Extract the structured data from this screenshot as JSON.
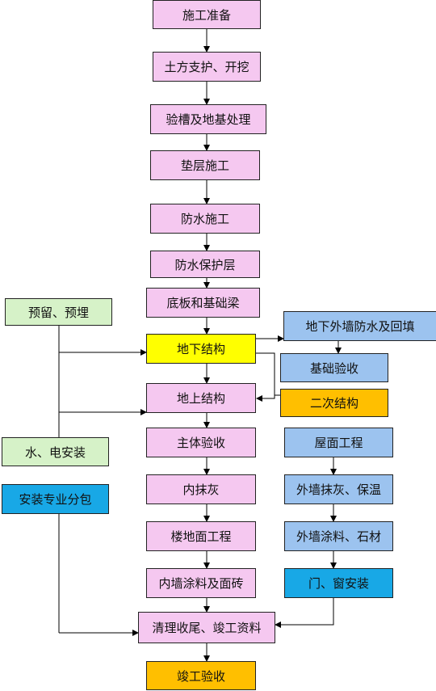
{
  "nodes": {
    "prep": "施工准备",
    "earthwork": "土方支护、开挖",
    "trench": "验槽及地基处理",
    "cushion": "垫层施工",
    "waterproof": "防水施工",
    "wp_protect": "防水保护层",
    "slab": "底板和基础梁",
    "reserve": "预留、预埋",
    "underground": "地下结构",
    "ext_wall": "地下外墙防水及回填",
    "foundation_acc": "基础验收",
    "aboveground": "地上结构",
    "secondary": "二次结构",
    "water_elec": "水、电安装",
    "main_acc": "主体验收",
    "roof": "屋面工程",
    "install_sub": "安装专业分包",
    "plaster": "内抹灰",
    "ext_plaster": "外墙抹灰、保温",
    "floor": "楼地面工程",
    "ext_paint": "外墙涂料、石材",
    "int_paint": "内墙涂料及面砖",
    "doors": "门、窗安装",
    "cleanup": "清理收尾、竣工资料",
    "completion": "竣工验收"
  },
  "colors": {
    "pink": "#f5c8f0",
    "green": "#d6f2c8",
    "yellow": "#ffff00",
    "blue": "#9cc3ef",
    "orange": "#ffbf00",
    "cyan": "#18a8e6"
  }
}
